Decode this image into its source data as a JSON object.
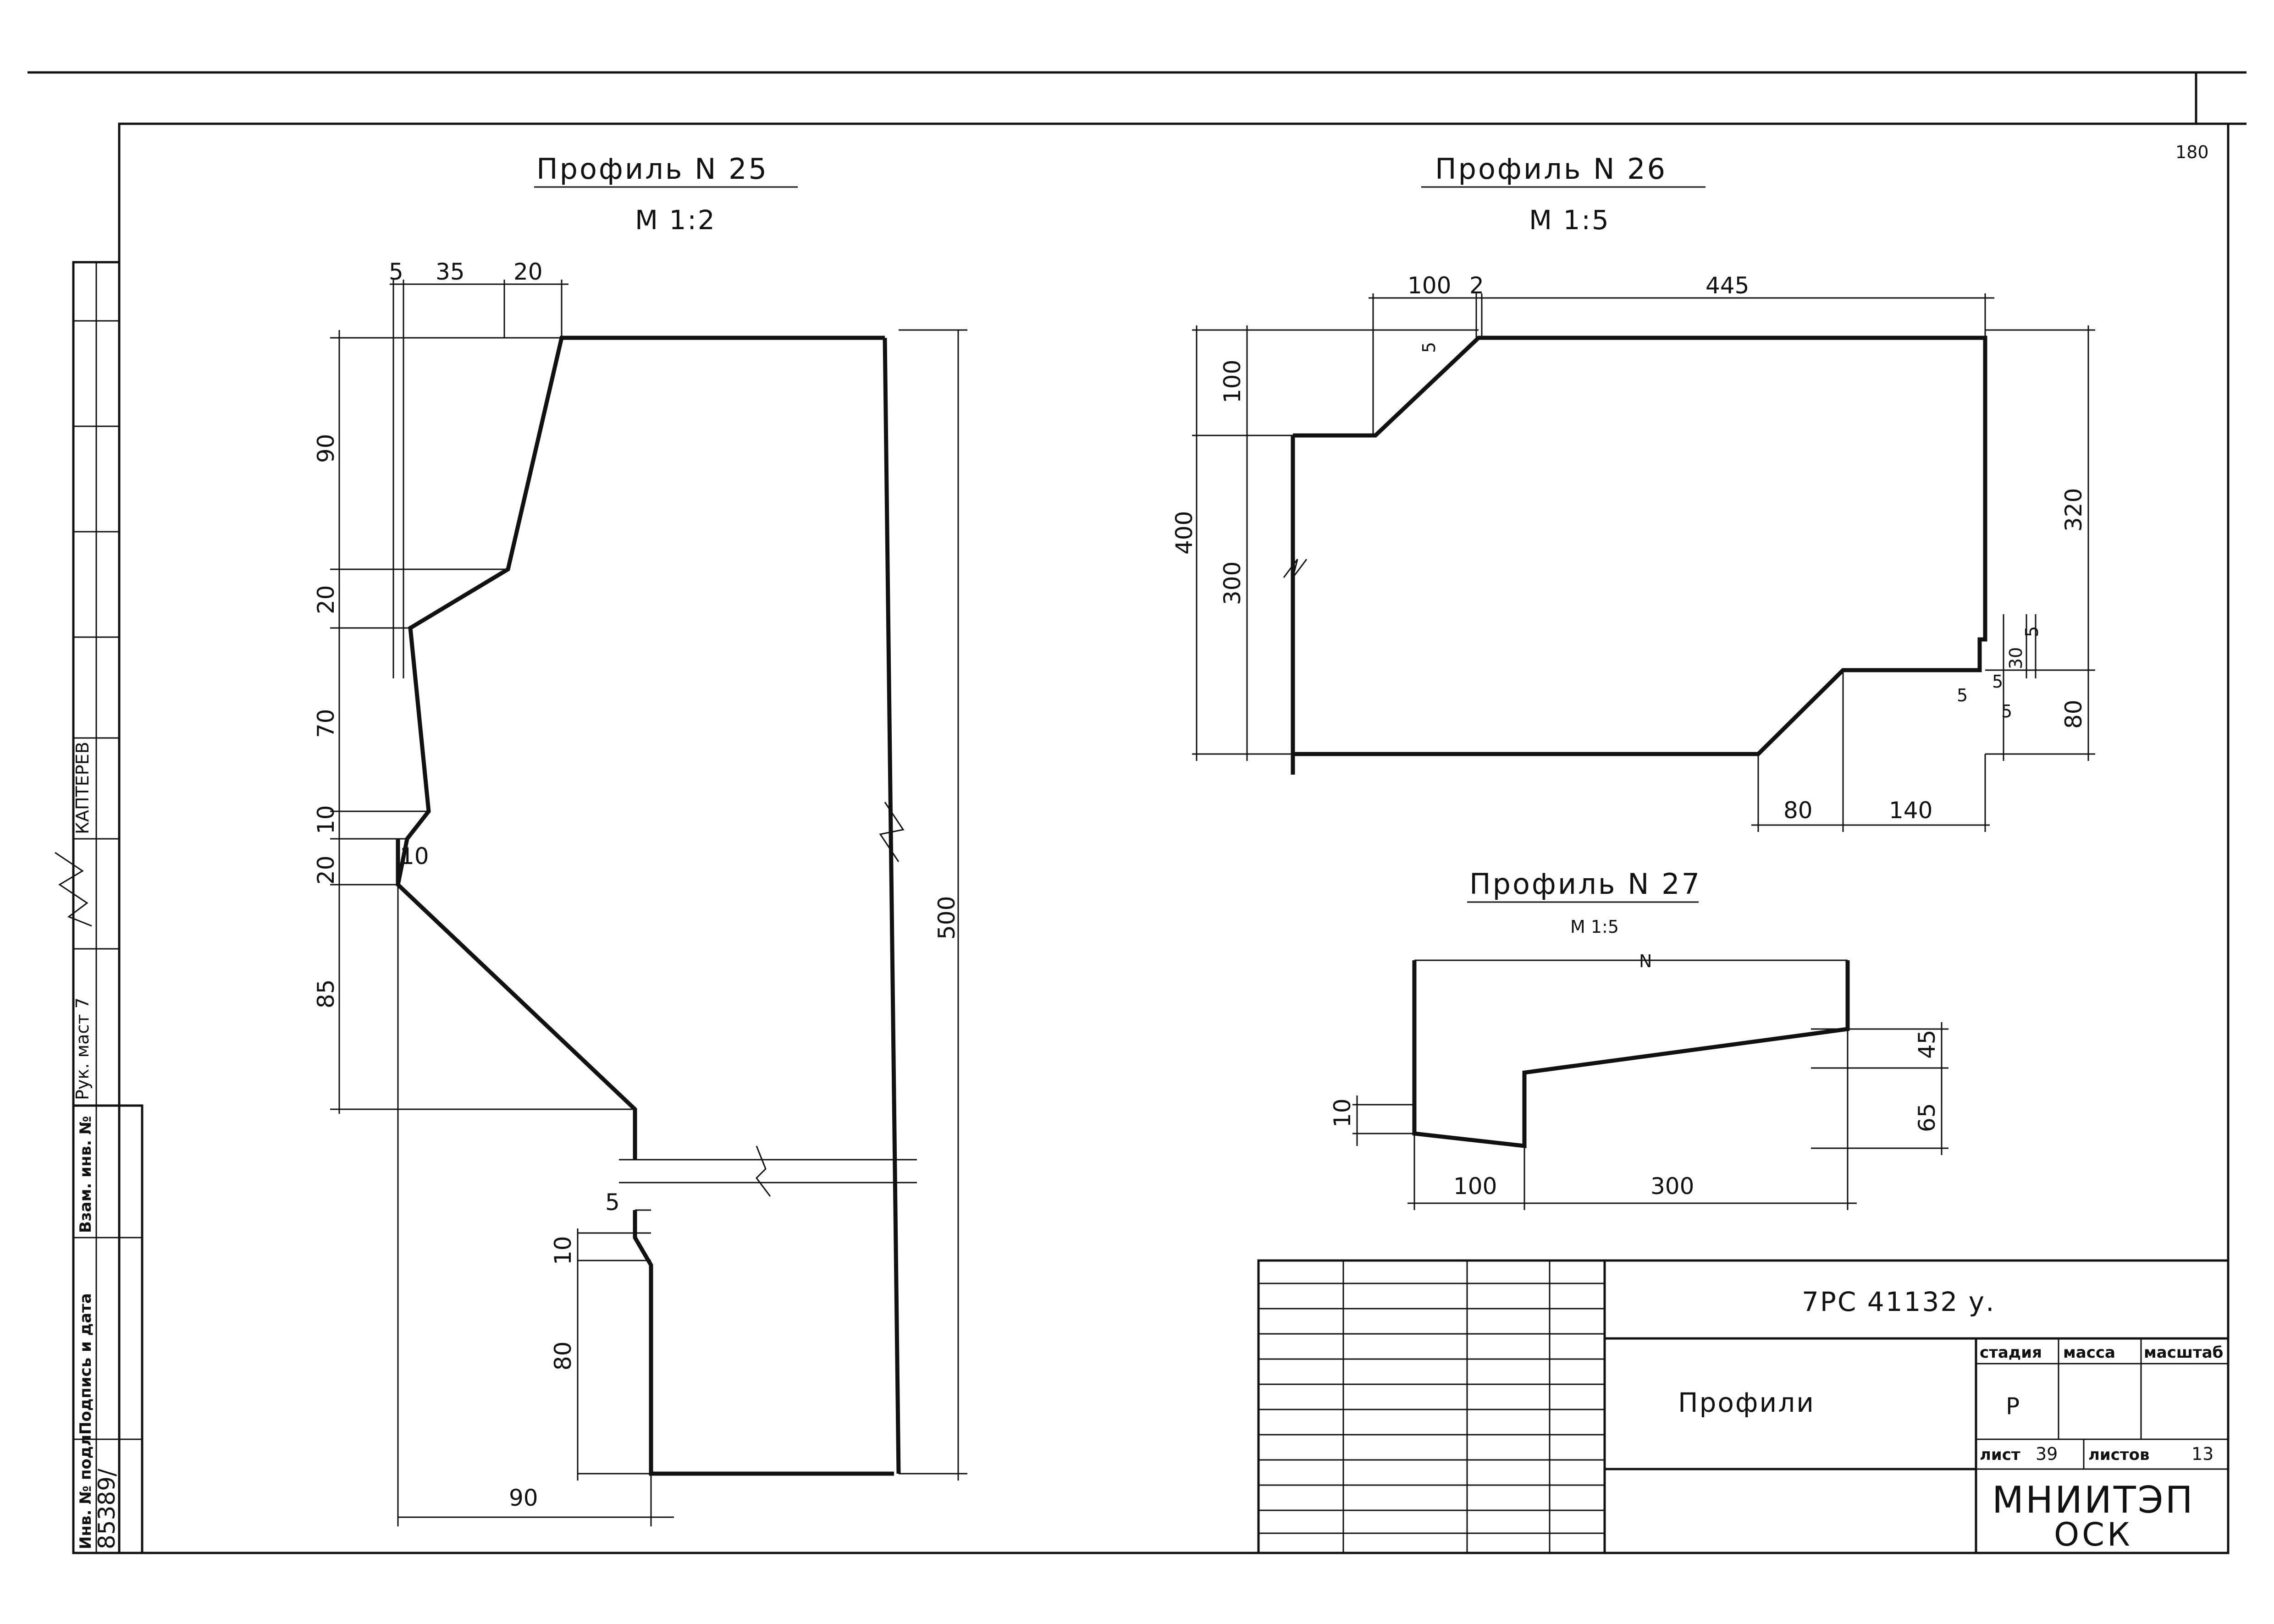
{
  "sheet_number": "180",
  "profiles": {
    "p25": {
      "title": "Профиль N 25",
      "scale": "М 1:2",
      "dims": {
        "top_5": "5",
        "top_35": "35",
        "top_20": "20",
        "left_90": "90",
        "left_20a": "20",
        "left_70": "70",
        "left_10a": "10",
        "left_20b": "20",
        "left_85": "85",
        "inner_10": "10",
        "right_500": "500",
        "mid_5": "5",
        "low_10": "10",
        "low_80": "80",
        "bottom_90": "90"
      }
    },
    "p26": {
      "title": "Профиль N 26",
      "scale": "М 1:5",
      "dims": {
        "top_100": "100",
        "top_2": "2",
        "top_445": "445",
        "notch_5": "5",
        "left_100": "100",
        "left_400": "400",
        "left_300": "300",
        "right_320": "320",
        "right_80": "80",
        "step_5a": "5",
        "step_30": "30",
        "step_5b": "5",
        "step_5c": "5",
        "step_5d": "5",
        "bottom_80": "80",
        "bottom_140": "140"
      }
    },
    "p27": {
      "title": "Профиль N 27",
      "scale": "М 1:5",
      "dims": {
        "top_n": "N",
        "left_10": "10",
        "right_45": "45",
        "right_65": "65",
        "bottom_100": "100",
        "bottom_300": "300"
      }
    }
  },
  "side_stamp": {
    "stamp_name": "КАПТЕРЕВ",
    "role": "Рук. маст 7",
    "inv_podl": "Инв. № подл.",
    "podpis": "Подпись и дата",
    "vzam": "Взам. инв. №",
    "inv_number": "85389/"
  },
  "title_block": {
    "doc_code": "7РС 41132 у.",
    "doc_title": "Профили",
    "stadia_label": "стадия",
    "massa_label": "масса",
    "masshtab_label": "масштаб",
    "stadia_value": "Р",
    "list_label": "лист",
    "list_value": "39",
    "listov_label": "листов",
    "listov_value": "13",
    "org_name": "МНИИТЭП",
    "org_dept": "ОСК"
  }
}
